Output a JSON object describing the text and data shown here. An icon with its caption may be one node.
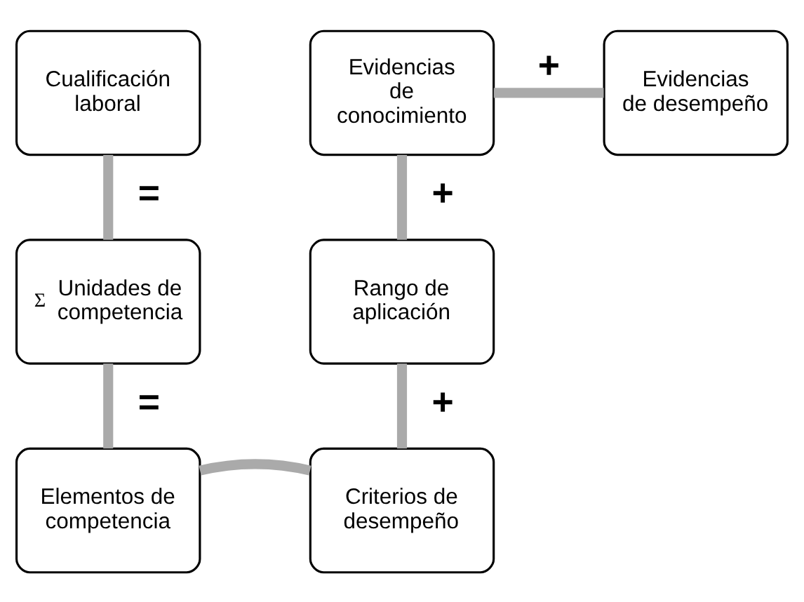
{
  "diagram": {
    "nodes": [
      {
        "text": [
          "Cualificación laboral"
        ]
      },
      {
        "text": [
          "Evidencias de conocimiento"
        ]
      },
      {
        "text": [
          "Evidencias de desempeño"
        ]
      },
      {
        "text": [
          "Σ",
          "Unidades de competencia"
        ]
      },
      {
        "text": [
          "Rango de aplicación"
        ]
      },
      {
        "text": [
          "Elementos de competencia"
        ]
      },
      {
        "text": [
          "Criterios de desempeño"
        ]
      }
    ],
    "edges": [
      {
        "from": 0,
        "to": 3,
        "arrow": "none",
        "label": "="
      },
      {
        "from": 3,
        "to": 5,
        "arrow": "none",
        "label": "="
      },
      {
        "from": 5,
        "to": 6,
        "arrow": "none"
      },
      {
        "from": 6,
        "to": 4,
        "arrow": "none",
        "label": "+"
      },
      {
        "from": 4,
        "to": 1,
        "arrow": "none",
        "label": "+"
      },
      {
        "from": 1,
        "to": 2,
        "arrow": "none",
        "label": "+"
      }
    ]
  }
}
